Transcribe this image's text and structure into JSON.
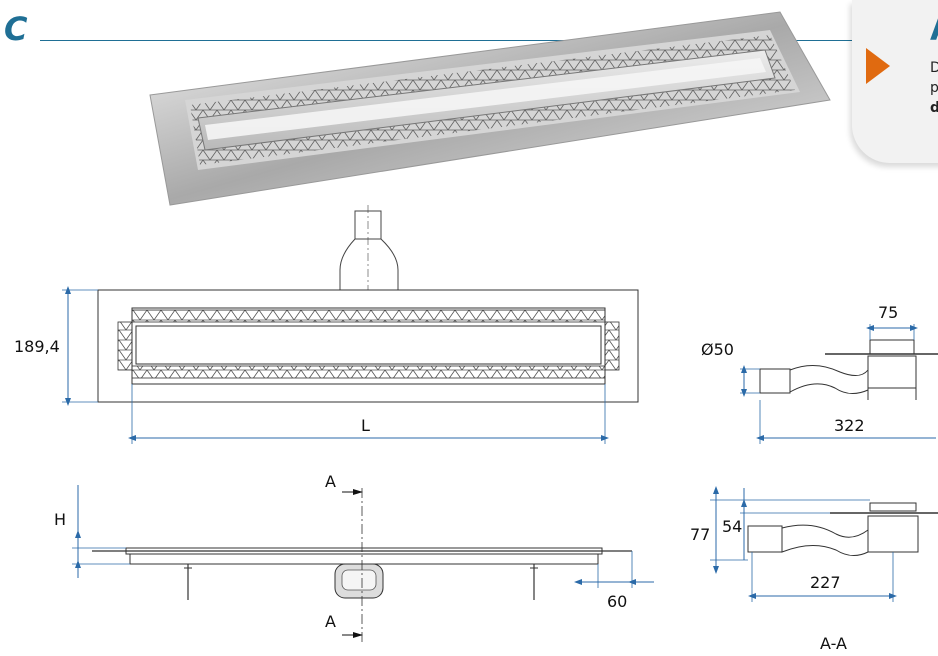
{
  "header": {
    "section_letter": "C",
    "callout_letter": "A",
    "callout_lines": [
      "D",
      "p",
      "d"
    ]
  },
  "plan_view": {
    "height_label": "189,4",
    "length_label": "L"
  },
  "side_view": {
    "diameter_label": "Ø50",
    "outlet_width_label": "75",
    "length_label": "322"
  },
  "elevation_view": {
    "height_label": "H",
    "section_top_label": "A",
    "section_bottom_label": "A",
    "offset_label": "60"
  },
  "section_view": {
    "overall_height_label": "77",
    "outlet_height_label": "54",
    "length_label": "227",
    "section_title": "A-A"
  },
  "colors": {
    "accent": "#1f6f95",
    "arrow": "#e06a10",
    "dimension": "#2b6aa8"
  }
}
